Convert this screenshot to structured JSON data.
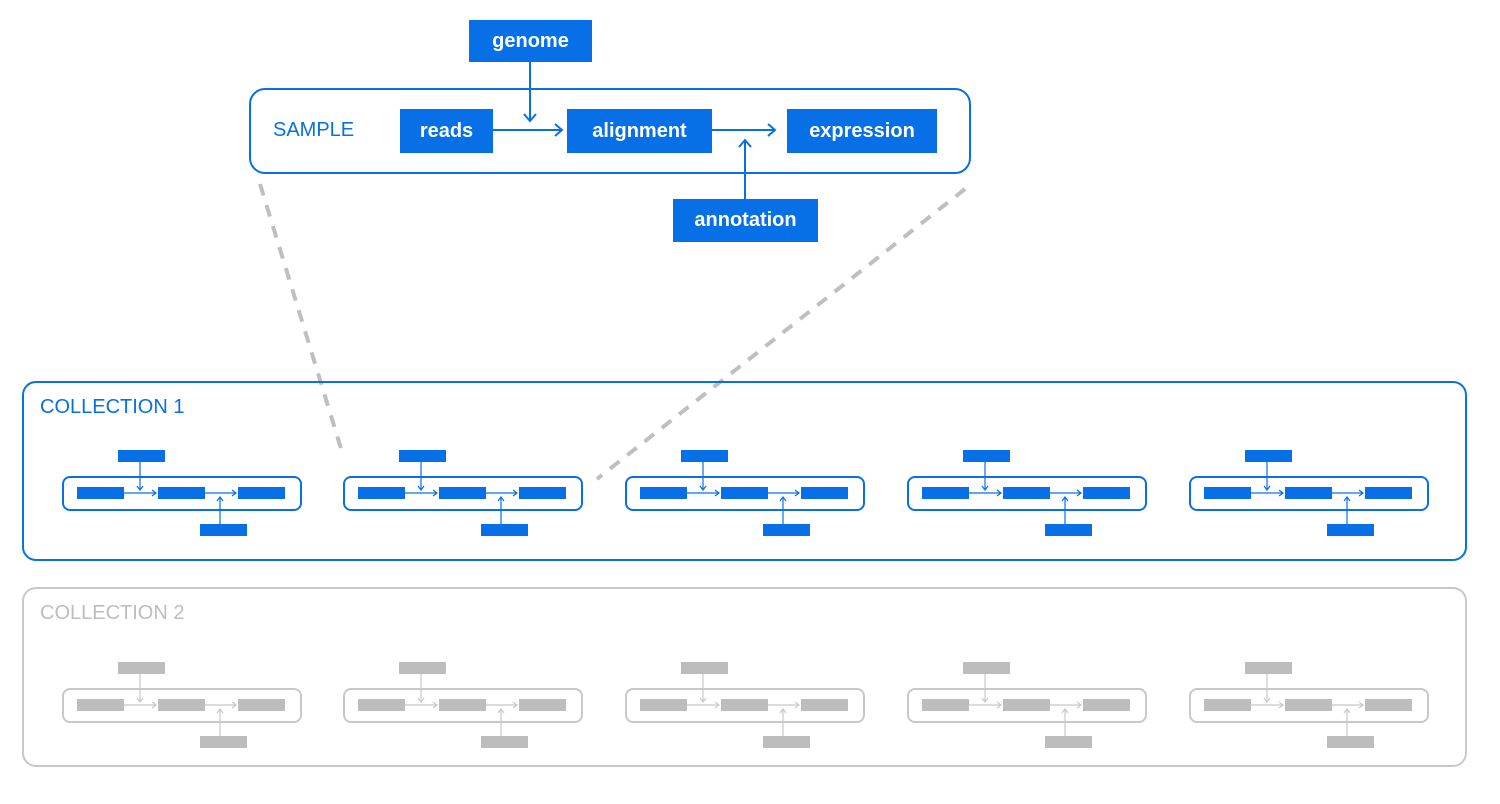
{
  "sample": {
    "title": "SAMPLE",
    "nodes": {
      "reads": "reads",
      "genome": "genome",
      "alignment": "alignment",
      "annotation": "annotation",
      "expression": "expression"
    }
  },
  "collections": [
    {
      "title": "COLLECTION 1",
      "state": "active",
      "sample_count": 5
    },
    {
      "title": "COLLECTION 2",
      "state": "inactive",
      "sample_count": 5
    }
  ],
  "colors": {
    "accent": "#0870e6",
    "inactive": "#bdbdbd",
    "inactive_border": "#c8c8c8",
    "connector": "#bfbfbf"
  }
}
